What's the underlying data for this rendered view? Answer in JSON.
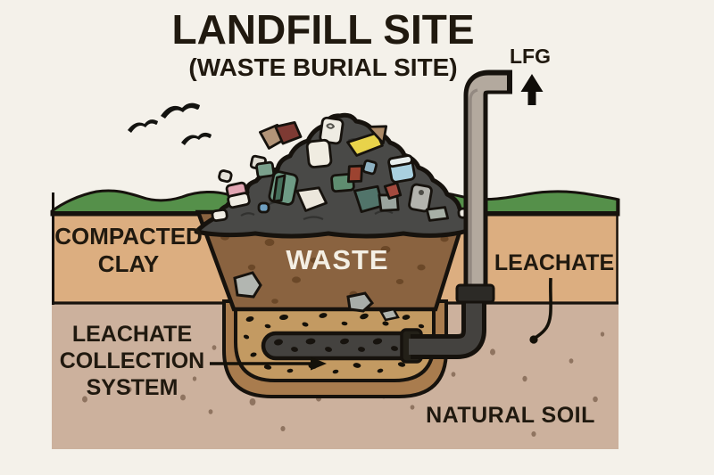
{
  "header": {
    "title": "LANDFILL SITE",
    "subtitle": "(WASTE BURIAL SITE)"
  },
  "labels": {
    "lfg": "LFG",
    "compacted_clay_line1": "COMPACTED",
    "compacted_clay_line2": "CLAY",
    "waste": "WASTE",
    "leachate": "LEACHATE",
    "collection_line1": "LEACHATE",
    "collection_line2": "COLLECTION",
    "collection_line3": "SYSTEM",
    "natural_soil": "NATURAL SOIL"
  },
  "icons": {
    "birds": "bird-flock-icon",
    "lfg_arrow": "up-arrow-icon",
    "collection_arrow": "right-arrow-icon",
    "leachate_pointer": "down-hook-pointer-icon"
  },
  "colors": {
    "bg": "#f4f1ea",
    "ink": "#20190f",
    "grass": "#55904a",
    "clay": "#dcae80",
    "soil": "#ccb19d",
    "pit": "#8a6340",
    "gravel": "#c39a62",
    "liner": "#a97c4e",
    "mound": "#494947",
    "pipe_light": "#b3a99e",
    "pipe_dark": "#44423f",
    "outline": "#16120d",
    "waste_text": "#f4efe4"
  }
}
